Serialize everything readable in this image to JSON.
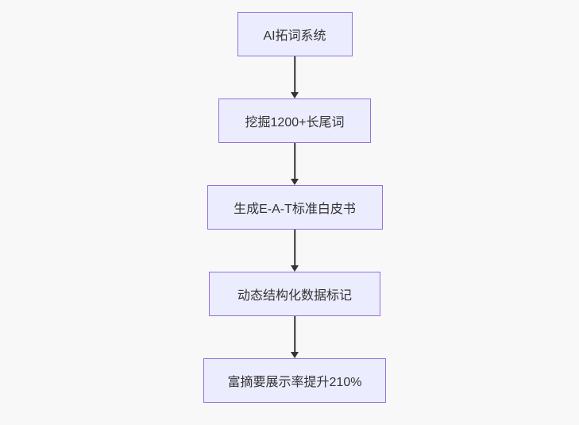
{
  "diagram": {
    "type": "flowchart",
    "direction": "top-to-bottom",
    "colors": {
      "background": "#f8f8f8",
      "node_fill": "#ECECFF",
      "node_border": "#9370DB",
      "edge": "#333333",
      "text": "#333333"
    },
    "nodes": [
      {
        "label": "AI拓词系统"
      },
      {
        "label": "挖掘1200+长尾词"
      },
      {
        "label": "生成E-A-T标准白皮书"
      },
      {
        "label": "动态结构化数据标记"
      },
      {
        "label": "富摘要展示率提升210%"
      }
    ],
    "edges": [
      {
        "from": "AI拓词系统",
        "to": "挖掘1200+长尾词"
      },
      {
        "from": "挖掘1200+长尾词",
        "to": "生成E-A-T标准白皮书"
      },
      {
        "from": "生成E-A-T标准白皮书",
        "to": "动态结构化数据标记"
      },
      {
        "from": "动态结构化数据标记",
        "to": "富摘要展示率提升210%"
      }
    ]
  }
}
